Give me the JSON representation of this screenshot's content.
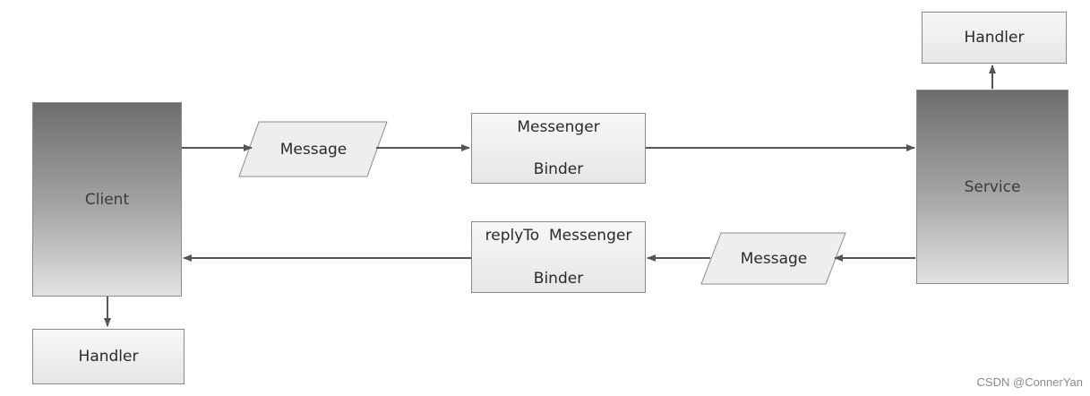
{
  "nodes": {
    "client": "Client",
    "service": "Service",
    "client_handler": "Handler",
    "service_handler": "Handler",
    "messenger_binder": {
      "line1": "Messenger",
      "line2": "Binder"
    },
    "reply_messenger_binder": {
      "line1": "replyTo  Messenger",
      "line2": "Binder"
    }
  },
  "messages": {
    "request": "Message",
    "reply": "Message"
  },
  "colors": {
    "dark_top": "#6d6d6d",
    "dark_bottom": "#e2e2e2",
    "light_fill": "#eeeeee",
    "stroke": "#8a8a8a",
    "arrow": "#555555"
  },
  "watermark": "CSDN @ConnerYan"
}
